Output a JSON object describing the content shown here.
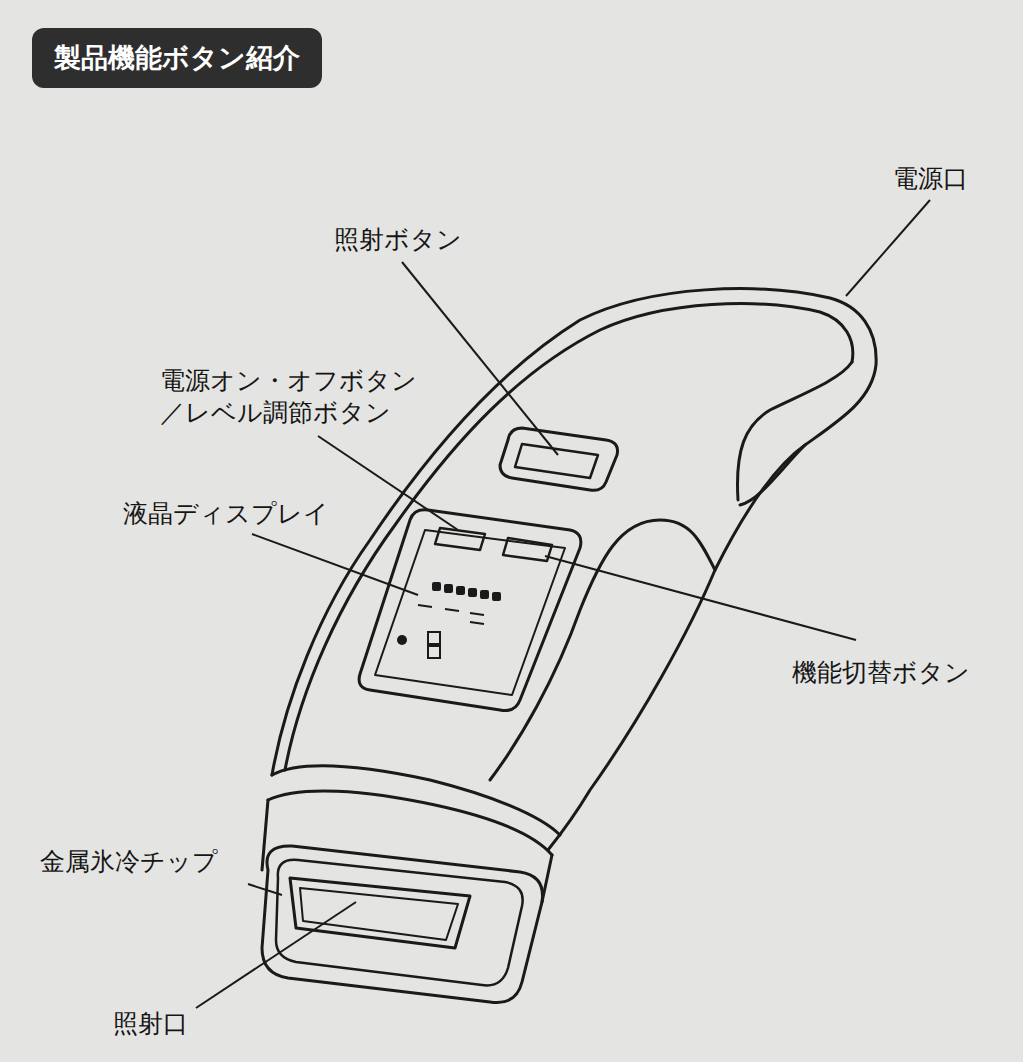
{
  "diagram": {
    "title": "製品機能ボタン紹介",
    "labels": [
      "電源口",
      "照射ボタン",
      "電源オン・オフボタン ／レベル調節ボタン",
      "液晶ディスプレイ",
      "機能切替ボタン",
      "金属氷冷チップ",
      "照射口"
    ]
  }
}
